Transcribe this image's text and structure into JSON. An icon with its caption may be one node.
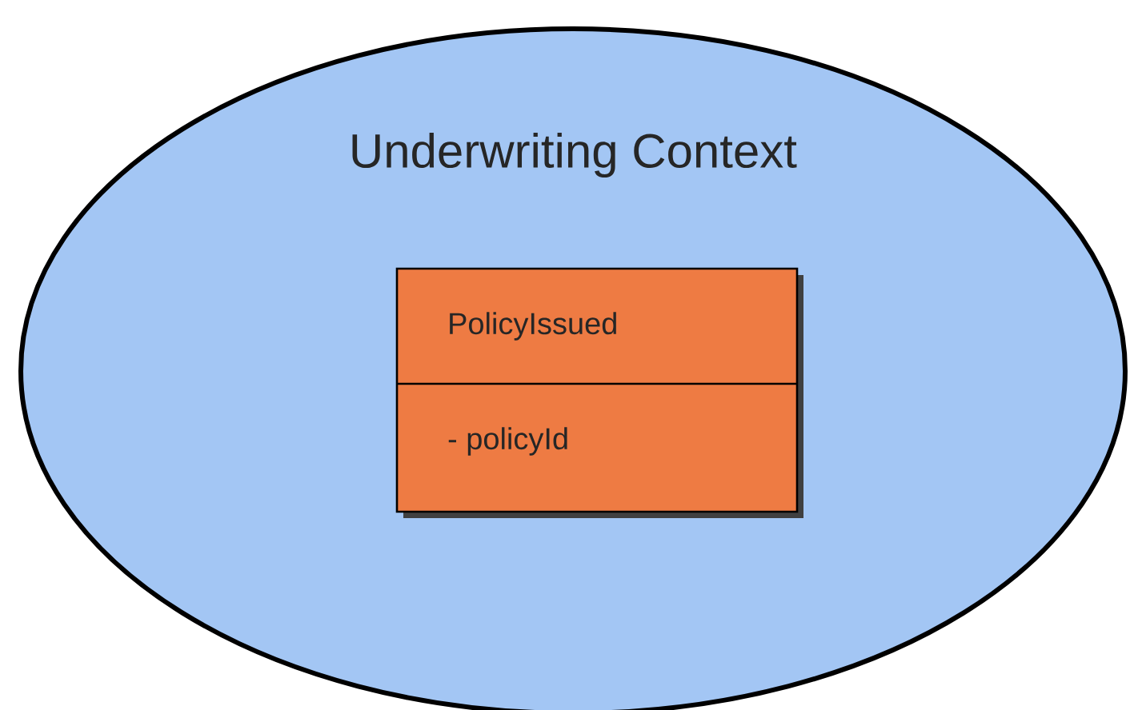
{
  "diagram": {
    "nodes": [
      {
        "text": [
          "Underwriting Context"
        ]
      },
      {
        "text": [
          "PolicyIssued",
          "- policyId"
        ],
        "in": 0
      }
    ]
  }
}
